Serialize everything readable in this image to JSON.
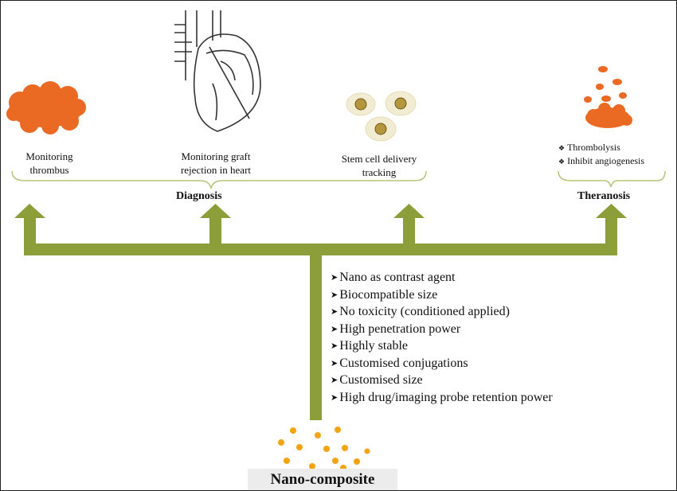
{
  "colors": {
    "arrow": "#8c9e3a",
    "thrombus": "#ea6a24",
    "nanoparticle": "#f2a413",
    "cell_membrane": "#f1ecd2",
    "cell_nucleus": "#b4963c",
    "bracket": "#b9c278"
  },
  "diagnosis": {
    "title": "Diagnosis",
    "items": [
      {
        "label_line1": "Monitoring",
        "label_line2": "thrombus",
        "icon": "thrombus-icon"
      },
      {
        "label_line1": "Monitoring graft",
        "label_line2": "rejection in heart",
        "icon": "heart-icon"
      },
      {
        "label_line1": "Stem cell delivery",
        "label_line2": "tracking",
        "icon": "stem-cells-icon"
      }
    ]
  },
  "theranosis": {
    "title": "Theranosis",
    "items": [
      "Thrombolysis",
      "Inhibit angiogenesis"
    ],
    "icon": "thrombus-dissolving-icon"
  },
  "nanocomposite": {
    "title": "Nano-composite",
    "icon": "nanoparticles-icon",
    "features": [
      "Nano as contrast agent",
      "Biocompatible size",
      "No toxicity (conditioned applied)",
      "High penetration power",
      "Highly stable",
      "Customised conjugations",
      "Customised size",
      "High drug/imaging probe retention power"
    ]
  }
}
